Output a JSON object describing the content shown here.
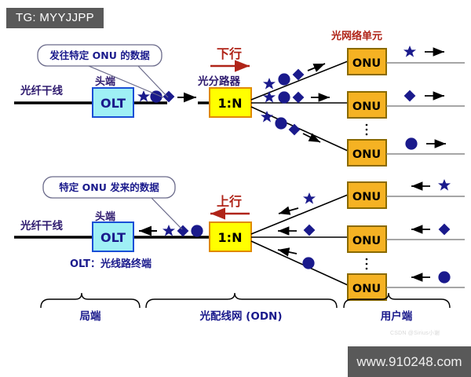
{
  "header": {
    "tag": "TG: MYYJJPP"
  },
  "watermark": {
    "url": "www.910248.com",
    "credit": "CSDN @Sirius小谢"
  },
  "colors": {
    "navy": "#1a1a8c",
    "purple": "#2e1a6e",
    "red": "#b02418",
    "olt_fill": "#9ff0f5",
    "olt_stroke": "#1a4fd6",
    "splitter_fill": "#ffff00",
    "splitter_stroke": "#e08a00",
    "onu_fill": "#f5b223",
    "onu_stroke": "#8a6a00",
    "tag_bg": "#595959"
  },
  "downstream": {
    "callout": "发往特定 ONU 的数据",
    "direction_label": "下行",
    "trunk_label": "光纤干线",
    "olt_caption": "头端",
    "olt_label": "OLT",
    "splitter_caption": "光分路器",
    "splitter_label": "1:N",
    "onu_caption": "光网络单元",
    "onu_label": "ONU",
    "trunk_shapes": [
      "star",
      "circle",
      "diamond"
    ],
    "branches": [
      {
        "shapes": [
          "star",
          "circle",
          "diamond"
        ],
        "output_shape": "star"
      },
      {
        "shapes": [
          "star",
          "circle",
          "diamond"
        ],
        "output_shape": "diamond"
      },
      {
        "shapes": [
          "star",
          "circle",
          "diamond"
        ],
        "output_shape": "circle"
      }
    ]
  },
  "upstream": {
    "callout": "特定 ONU 发来的数据",
    "direction_label": "上行",
    "trunk_label": "光纤干线",
    "olt_caption": "头端",
    "olt_label": "OLT",
    "olt_expansion": "OLT：光线路终端",
    "splitter_label": "1:N",
    "onu_label": "ONU",
    "trunk_shapes": [
      "star",
      "diamond",
      "circle"
    ],
    "branches": [
      {
        "shape": "star",
        "output_shape": "star"
      },
      {
        "shape": "diamond",
        "output_shape": "diamond"
      },
      {
        "shape": "circle",
        "output_shape": "circle"
      }
    ]
  },
  "sections": [
    {
      "label": "局端"
    },
    {
      "label": "光配线网 (ODN)"
    },
    {
      "label": "用户端"
    }
  ]
}
